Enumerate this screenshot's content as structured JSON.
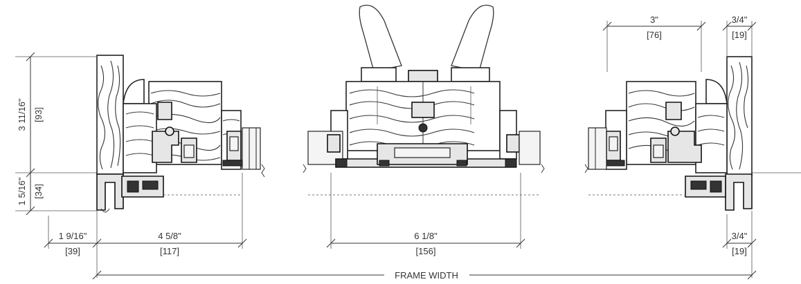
{
  "dimensions": {
    "left_height_top": "3 11/16\"",
    "left_height_top_mm": "[93]",
    "left_height_bottom": "1 5/16\"",
    "left_height_bottom_mm": "[34]",
    "left_offset": "1 9/16\"",
    "left_offset_mm": "[39]",
    "left_width": "4 5/8\"",
    "left_width_mm": "[117]",
    "center_width": "6 1/8\"",
    "center_width_mm": "[156]",
    "right_top_width": "3\"",
    "right_top_width_mm": "[76]",
    "right_top_small": "3/4\"",
    "right_top_small_mm": "[19]",
    "right_bottom_small": "3/4\"",
    "right_bottom_small_mm": "[19]",
    "overall_label": "FRAME WIDTH"
  }
}
